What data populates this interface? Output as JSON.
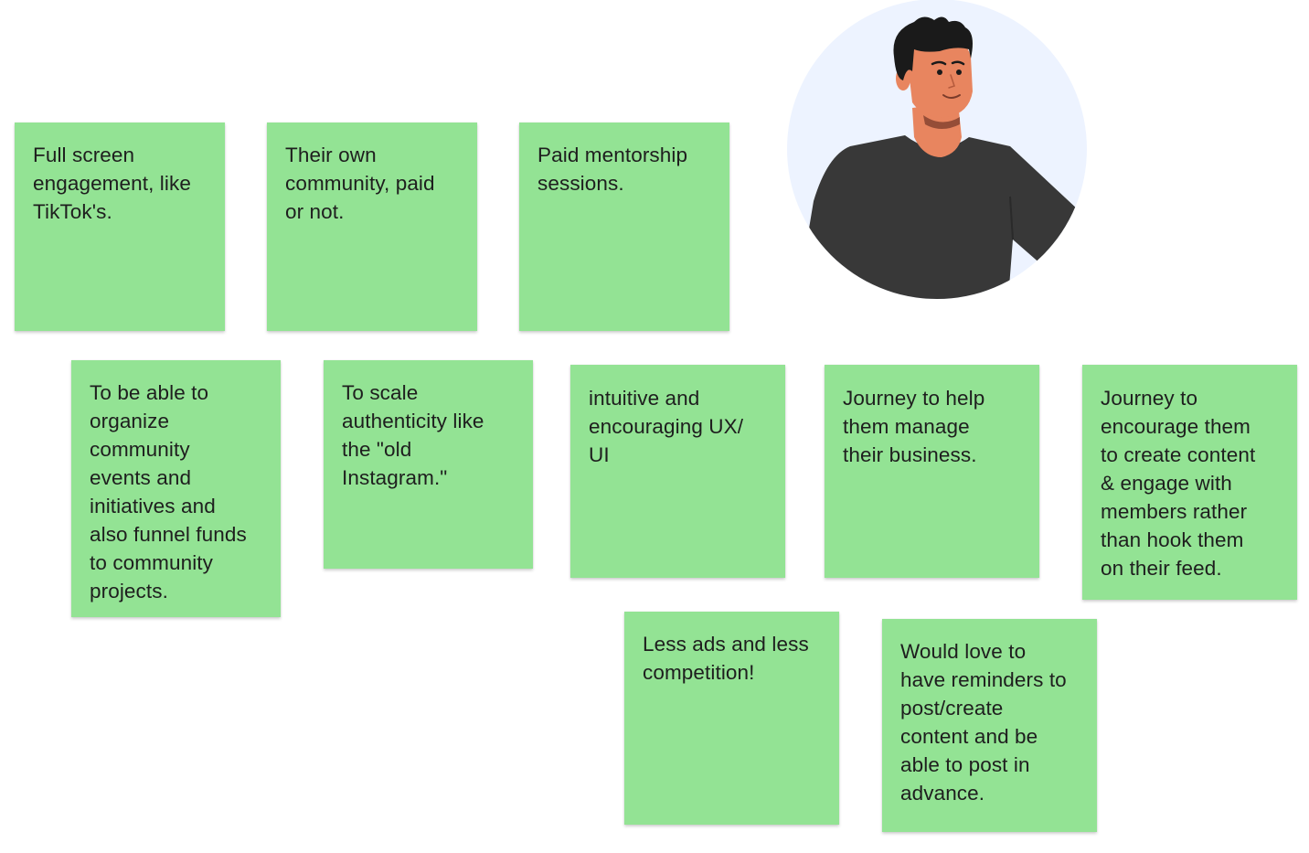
{
  "notes": [
    {
      "text": "Full screen engagement, like TikTok's.",
      "lines": [
        "Full screen",
        "engagement, like",
        "TikTok's."
      ]
    },
    {
      "text": "Their own community, paid or not.",
      "lines": [
        "Their own",
        "community, paid",
        "or not."
      ]
    },
    {
      "text": "Paid mentorship sessions.",
      "lines": [
        "Paid mentorship",
        "sessions."
      ]
    },
    {
      "text": "To be able to organize community events and initiatives and also funnel funds to community projects.",
      "lines": [
        "To be able to",
        "organize",
        "community",
        "events and",
        "initiatives and",
        "also funnel funds",
        "to community",
        "projects."
      ]
    },
    {
      "text": "To scale authenticity like the \"old Instagram.\"",
      "lines": [
        "To scale",
        "authenticity like",
        "the \"old",
        "Instagram.\""
      ]
    },
    {
      "text": "intuitive and encouraging UX/UI",
      "lines": [
        "intuitive and",
        "encouraging UX/",
        "UI"
      ]
    },
    {
      "text": "Journey to help them manage their business.",
      "lines": [
        "Journey to help",
        "them manage",
        "their business."
      ]
    },
    {
      "text": "Journey to encourage them to create content & engage with members rather than hook them on their feed.",
      "lines": [
        "Journey to",
        "encourage them",
        "to create content",
        "& engage with",
        "members rather",
        "than hook them",
        "on their feed."
      ]
    },
    {
      "text": "Less ads and less competition!",
      "lines": [
        "Less ads and less",
        "competition!"
      ]
    },
    {
      "text": "Would love to have reminders to post/create content and be able to post in advance.",
      "lines": [
        "Would love to",
        "have reminders to",
        "post/create",
        "content and be",
        "able to post in",
        "advance."
      ]
    }
  ],
  "avatar": {
    "icon": "user-persona-avatar-icon",
    "colors": {
      "background": "#edf3ff",
      "skin": "#e8855f",
      "hair": "#1a1a1a",
      "shirt": "#383838",
      "note": "#93e394"
    }
  }
}
